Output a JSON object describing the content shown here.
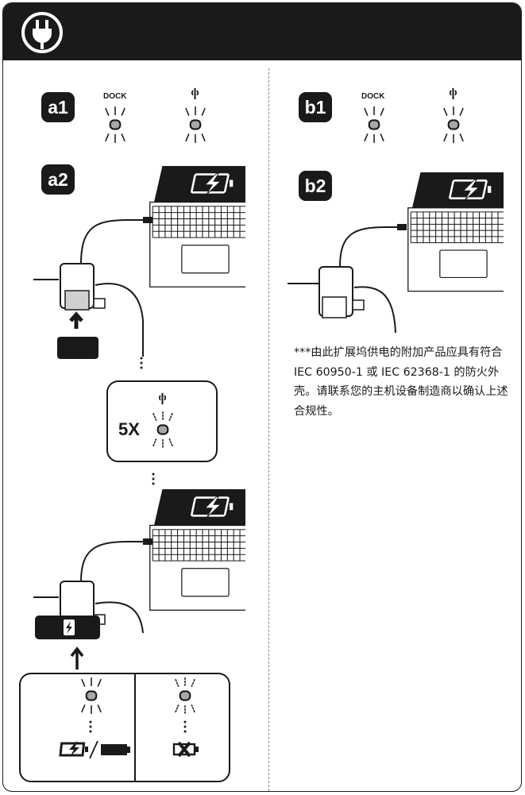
{
  "steps": {
    "a1": "a1",
    "a2": "a2",
    "b1": "b1",
    "b2": "b2"
  },
  "labels": {
    "dock": "DOCK",
    "blink_count": "5X"
  },
  "note": "***由此扩展坞供电的附加产品应具有符合 IEC 60950-1 或 IEC 62368-1 的防火外壳。请联系您的主机设备制造商以确认上述合规性。",
  "colors": {
    "dark": "#1a1a1a",
    "led_grey": "#a8a8a8",
    "light_grey": "#d0d0d0"
  },
  "icons": [
    "plug-icon",
    "qi-wireless-icon",
    "led-indicator-icon",
    "battery-charging-icon",
    "battery-full-icon",
    "battery-error-icon",
    "arrow-up-icon"
  ]
}
